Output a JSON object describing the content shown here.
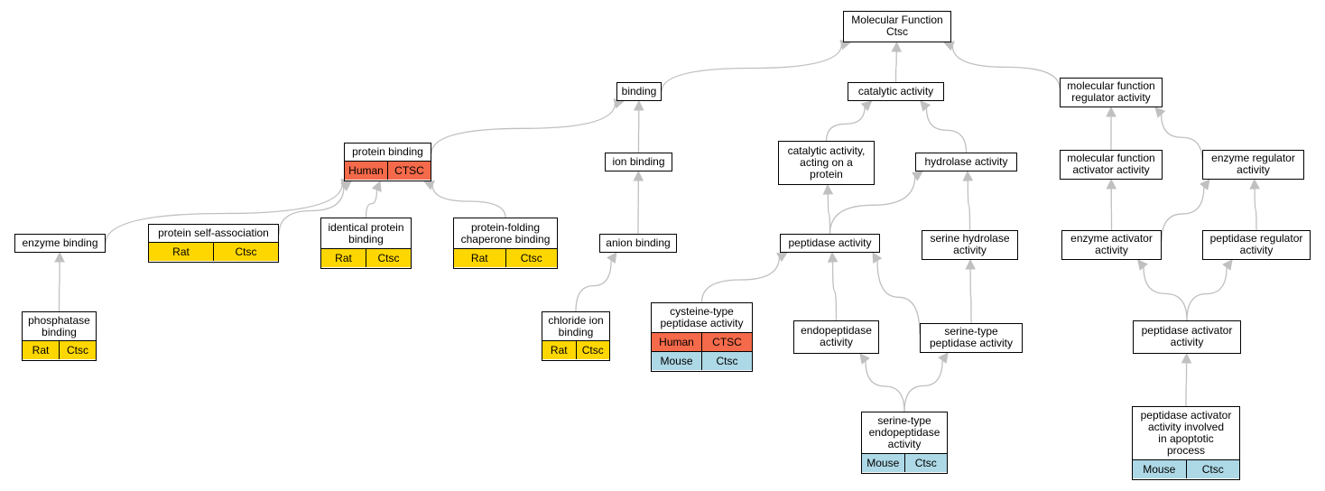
{
  "species_colors": {
    "Human": "#f46a4a",
    "Rat": "#ffd700",
    "Mouse": "#add8e6"
  },
  "edge_color": "#c0c0c0",
  "nodes": {
    "root": {
      "label": "Molecular Function\nCtsc",
      "rows": []
    },
    "binding": {
      "label": "binding",
      "rows": []
    },
    "catalytic": {
      "label": "catalytic activity",
      "rows": []
    },
    "mfra": {
      "label": "molecular function\nregulator activity",
      "rows": []
    },
    "protein_binding": {
      "label": "protein binding",
      "rows": [
        {
          "species": "Human",
          "gene": "CTSC"
        }
      ]
    },
    "ion_binding": {
      "label": "ion binding",
      "rows": []
    },
    "cat_protein": {
      "label": "catalytic activity,\nacting on a\nprotein",
      "rows": []
    },
    "hydrolase": {
      "label": "hydrolase activity",
      "rows": []
    },
    "mfaa": {
      "label": "molecular function\nactivator activity",
      "rows": []
    },
    "enzyme_reg": {
      "label": "enzyme regulator\nactivity",
      "rows": []
    },
    "enzyme_binding": {
      "label": "enzyme binding",
      "rows": []
    },
    "self_assoc": {
      "label": "protein self-association",
      "rows": [
        {
          "species": "Rat",
          "gene": "Ctsc"
        }
      ]
    },
    "identical": {
      "label": "identical protein\nbinding",
      "rows": [
        {
          "species": "Rat",
          "gene": "Ctsc"
        }
      ]
    },
    "chaperone": {
      "label": "protein-folding\nchaperone binding",
      "rows": [
        {
          "species": "Rat",
          "gene": "Ctsc"
        }
      ]
    },
    "anion": {
      "label": "anion binding",
      "rows": []
    },
    "peptidase": {
      "label": "peptidase activity",
      "rows": []
    },
    "serine_hyd": {
      "label": "serine hydrolase\nactivity",
      "rows": []
    },
    "enzyme_act": {
      "label": "enzyme activator\nactivity",
      "rows": []
    },
    "pep_reg": {
      "label": "peptidase regulator\nactivity",
      "rows": []
    },
    "phosphatase": {
      "label": "phosphatase\nbinding",
      "rows": [
        {
          "species": "Rat",
          "gene": "Ctsc"
        }
      ]
    },
    "chloride": {
      "label": "chloride ion\nbinding",
      "rows": [
        {
          "species": "Rat",
          "gene": "Ctsc"
        }
      ]
    },
    "cysteine": {
      "label": "cysteine-type\npeptidase activity",
      "rows": [
        {
          "species": "Human",
          "gene": "CTSC"
        },
        {
          "species": "Mouse",
          "gene": "Ctsc"
        }
      ]
    },
    "endopep": {
      "label": "endopeptidase\nactivity",
      "rows": []
    },
    "serine_pep": {
      "label": "serine-type\npeptidase activity",
      "rows": []
    },
    "pep_act": {
      "label": "peptidase activator\nactivity",
      "rows": []
    },
    "serine_endo": {
      "label": "serine-type\nendopeptidase\nactivity",
      "rows": [
        {
          "species": "Mouse",
          "gene": "Ctsc"
        }
      ]
    },
    "apoptotic": {
      "label": "peptidase activator\nactivity involved\nin apoptotic\nprocess",
      "rows": [
        {
          "species": "Mouse",
          "gene": "Ctsc"
        }
      ]
    }
  },
  "edges": [
    [
      "binding",
      "root"
    ],
    [
      "catalytic",
      "root"
    ],
    [
      "mfra",
      "root"
    ],
    [
      "protein_binding",
      "binding"
    ],
    [
      "ion_binding",
      "binding"
    ],
    [
      "cat_protein",
      "catalytic"
    ],
    [
      "hydrolase",
      "catalytic"
    ],
    [
      "mfaa",
      "mfra"
    ],
    [
      "enzyme_reg",
      "mfra"
    ],
    [
      "enzyme_binding",
      "protein_binding"
    ],
    [
      "self_assoc",
      "protein_binding"
    ],
    [
      "identical",
      "protein_binding"
    ],
    [
      "chaperone",
      "protein_binding"
    ],
    [
      "anion",
      "ion_binding"
    ],
    [
      "chloride",
      "anion"
    ],
    [
      "phosphatase",
      "enzyme_binding"
    ],
    [
      "peptidase",
      "cat_protein"
    ],
    [
      "peptidase",
      "hydrolase"
    ],
    [
      "serine_hyd",
      "hydrolase"
    ],
    [
      "serine_pep",
      "serine_hyd"
    ],
    [
      "cysteine",
      "peptidase"
    ],
    [
      "endopep",
      "peptidase"
    ],
    [
      "serine_pep",
      "peptidase"
    ],
    [
      "serine_endo",
      "endopep"
    ],
    [
      "serine_endo",
      "serine_pep"
    ],
    [
      "enzyme_act",
      "mfaa"
    ],
    [
      "enzyme_act",
      "enzyme_reg"
    ],
    [
      "pep_reg",
      "enzyme_reg"
    ],
    [
      "pep_act",
      "enzyme_act"
    ],
    [
      "pep_act",
      "pep_reg"
    ],
    [
      "apoptotic",
      "pep_act"
    ]
  ]
}
